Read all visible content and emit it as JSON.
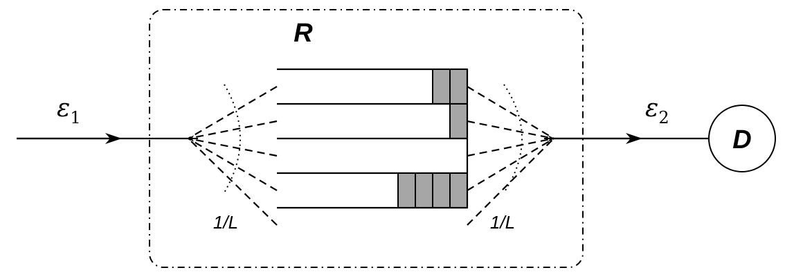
{
  "box_label": "R",
  "input_symbol": "ε",
  "input_subscript": "1",
  "output_symbol": "ε",
  "output_subscript": "2",
  "detector_label": "D",
  "left_splitter_label": "1/L",
  "right_splitter_label": "1/L",
  "channel_count": 5,
  "channel_delay_cells": [
    2,
    1,
    0,
    4,
    0
  ],
  "colors": {
    "stroke": "#000000",
    "cell_fill": "#a6a6a6",
    "background": "#ffffff"
  }
}
